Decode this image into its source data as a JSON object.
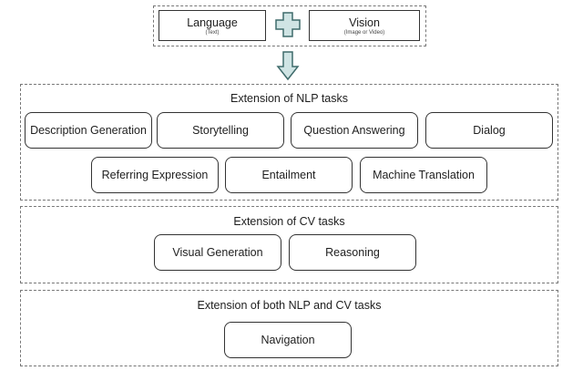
{
  "inputs": {
    "language": {
      "label": "Language",
      "sub": "(Text)"
    },
    "vision": {
      "label": "Vision",
      "sub": "(Image or Video)"
    }
  },
  "sections": {
    "nlp": {
      "title": "Extension of NLP tasks",
      "row1": [
        "Description Generation",
        "Storytelling",
        "Question Answering",
        "Dialog"
      ],
      "row2": [
        "Referring Expression",
        "Entailment",
        "Machine Translation"
      ]
    },
    "cv": {
      "title": "Extension of CV tasks",
      "items": [
        "Visual Generation",
        "Reasoning"
      ]
    },
    "both": {
      "title": "Extension of both NLP and CV tasks",
      "items": [
        "Navigation"
      ]
    }
  },
  "colors": {
    "accent_fill": "#cfe4e4",
    "accent_stroke": "#3f6b6b"
  },
  "icons": {
    "plus": "plus-icon",
    "arrow": "down-arrow-icon"
  }
}
